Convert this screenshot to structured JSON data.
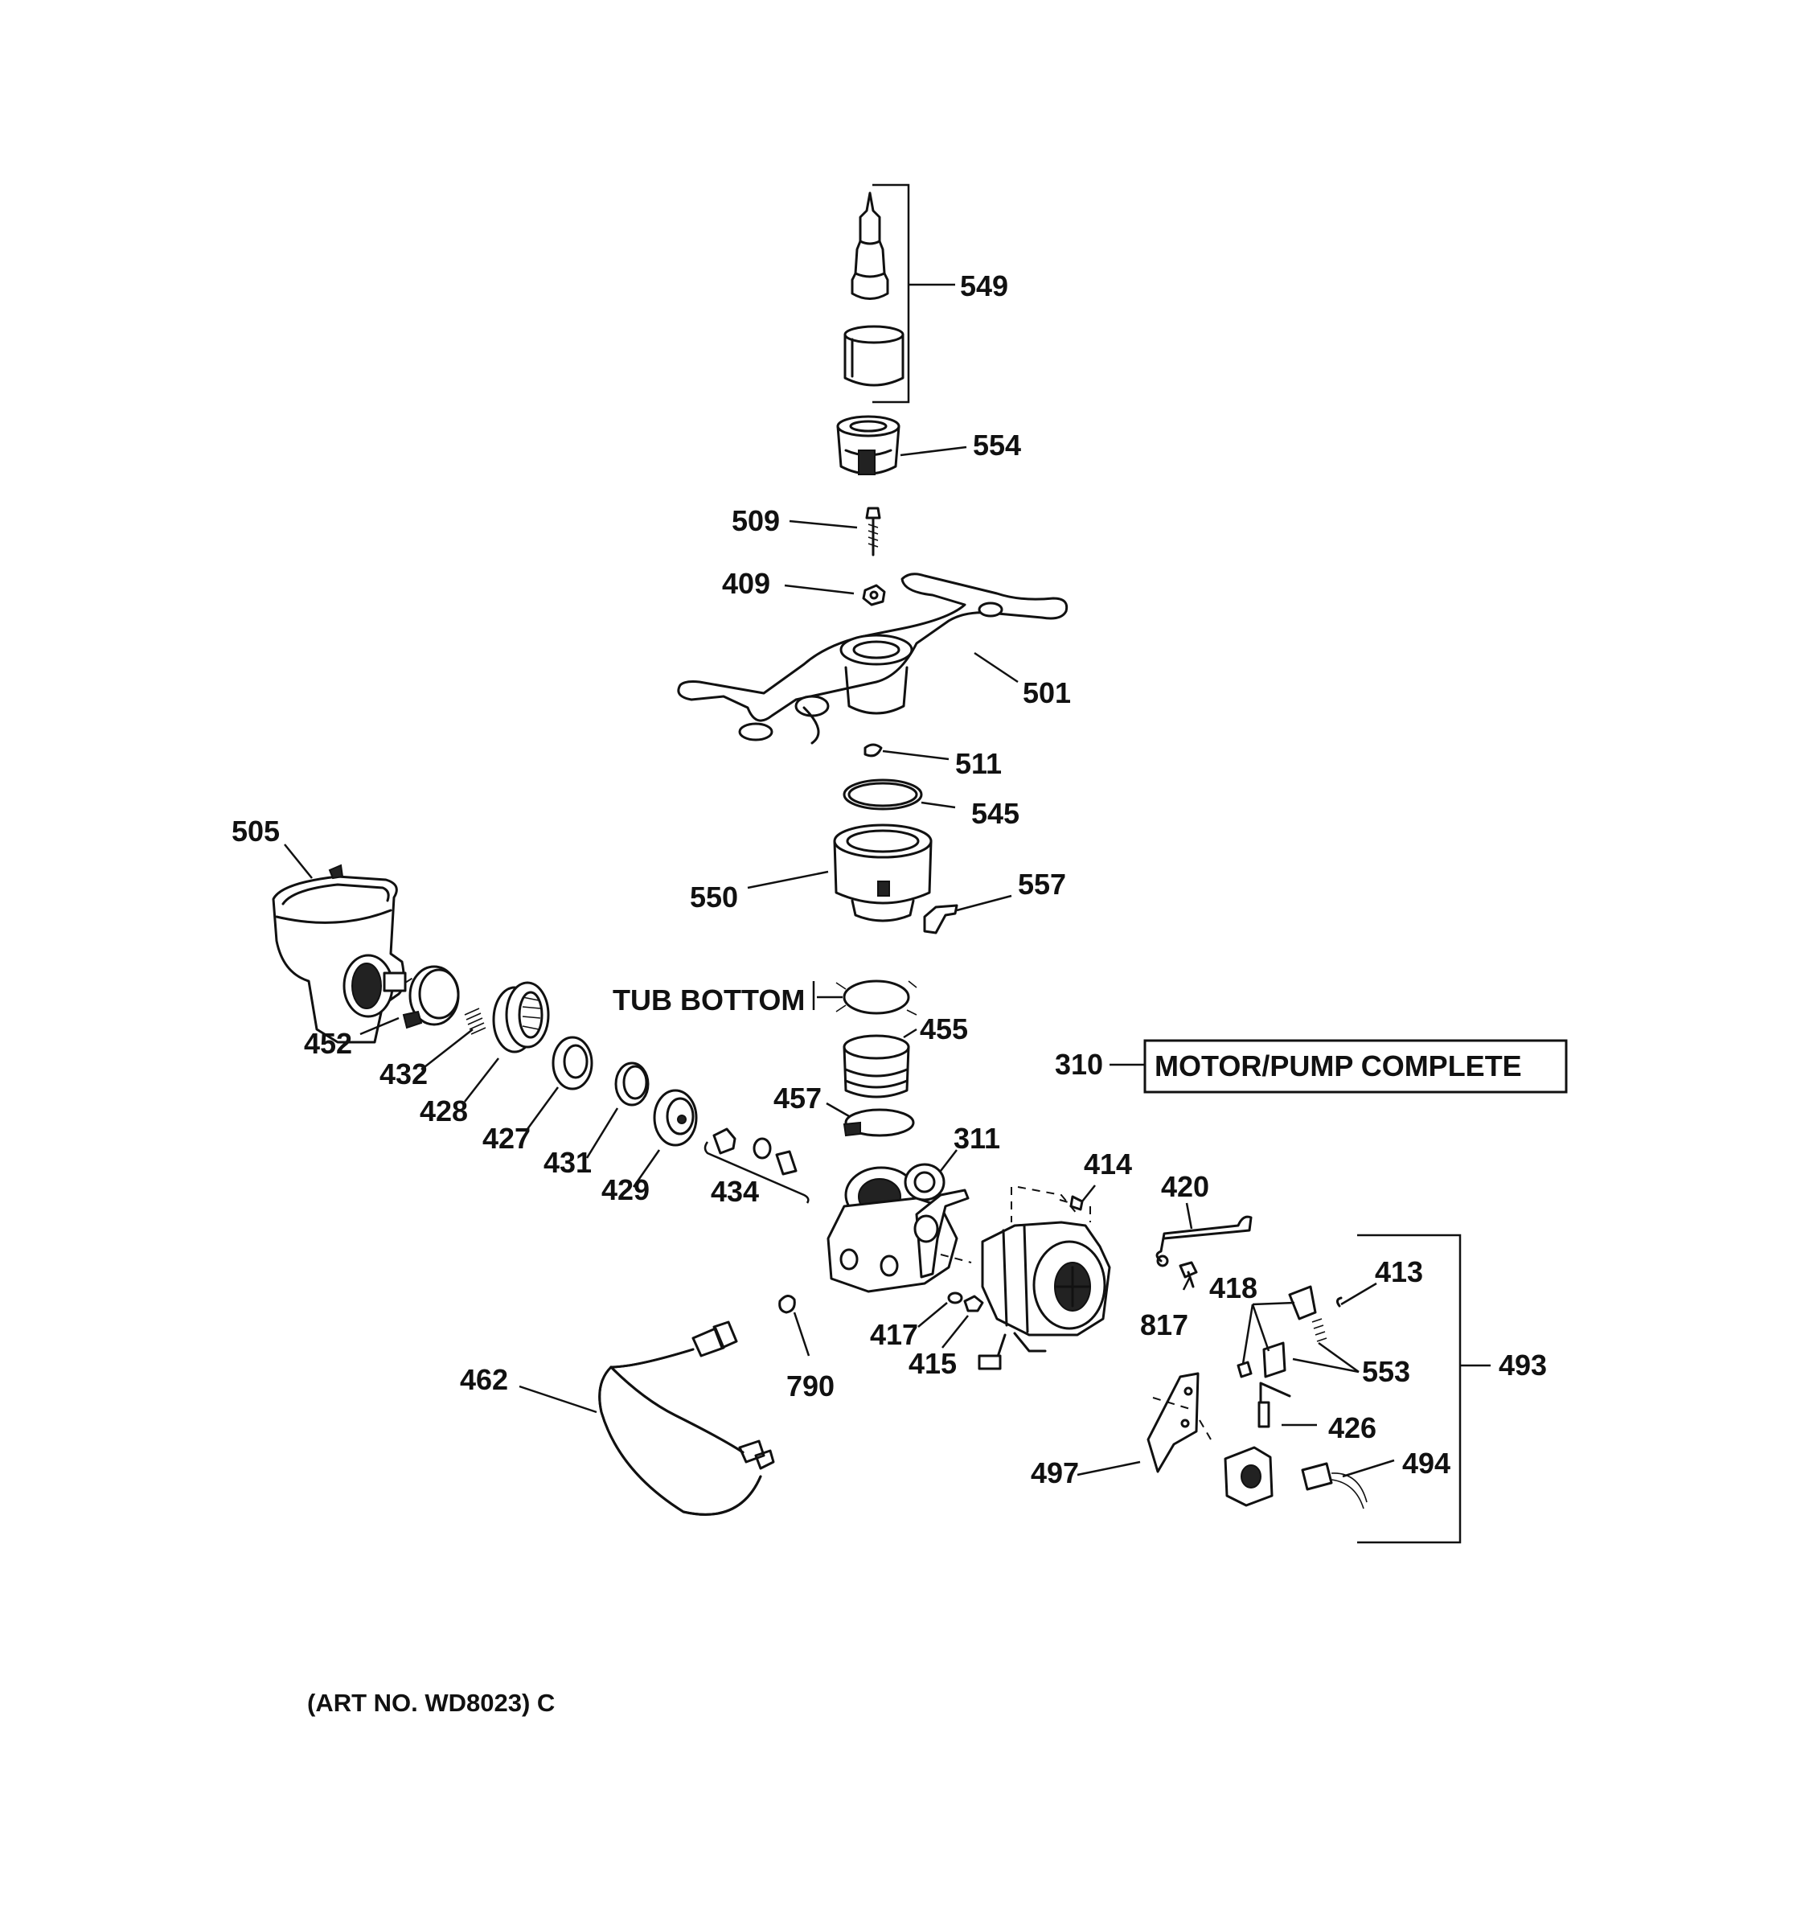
{
  "labels": {
    "p549": "549",
    "p554": "554",
    "p509": "509",
    "p409": "409",
    "p501": "501",
    "p511": "511",
    "p545": "545",
    "p505": "505",
    "p550": "550",
    "p557": "557",
    "p455": "455",
    "p452": "452",
    "p432": "432",
    "p428": "428",
    "p427": "427",
    "p431": "431",
    "p429": "429",
    "p434": "434",
    "p457": "457",
    "p310": "310",
    "p311": "311",
    "p414": "414",
    "p420": "420",
    "p418": "418",
    "p413": "413",
    "p817": "817",
    "p417": "417",
    "p415": "415",
    "p462": "462",
    "p790": "790",
    "p553": "553",
    "p493": "493",
    "p426": "426",
    "p497": "497",
    "p494": "494"
  },
  "tub_bottom": "TUB BOTTOM",
  "motor_pump_box": "MOTOR/PUMP COMPLETE",
  "art_no": "(ART NO. WD8023) C"
}
